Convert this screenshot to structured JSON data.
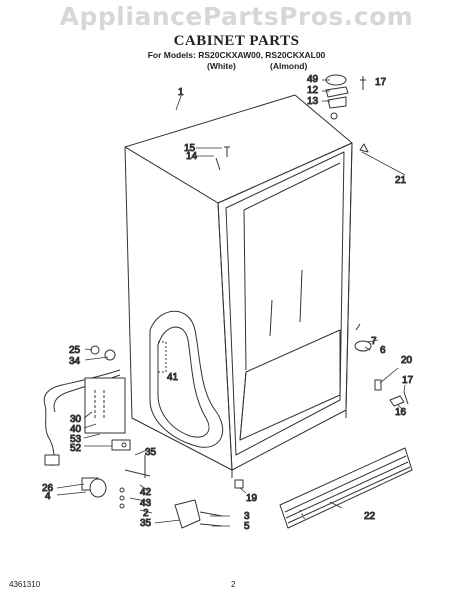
{
  "watermark": "AppliancePartsPros.com",
  "title": "CABINET PARTS",
  "models_line": "For Models: RS20CKXAW00, RS20CKXAL00",
  "variants": [
    "(White)",
    "(Almond)"
  ],
  "footer": {
    "doc_number": "4361310",
    "page": "2"
  },
  "part_labels": {
    "p1": "1",
    "p49": "49",
    "p12": "12",
    "p13": "13",
    "p17a": "17",
    "p15": "15",
    "p14a": "14",
    "p21": "21",
    "p25": "25",
    "p34": "34",
    "p41": "41",
    "p7": "7",
    "p6": "6",
    "p20": "20",
    "p17b": "17",
    "p16": "16",
    "p30": "30",
    "p40": "40",
    "p53": "53",
    "p52": "52",
    "p35a": "35",
    "p26": "26",
    "p4": "4",
    "p42": "42",
    "p43": "43",
    "p2": "2",
    "p35b": "35",
    "p3": "3",
    "p5": "5",
    "p19": "19",
    "p22": "22"
  }
}
